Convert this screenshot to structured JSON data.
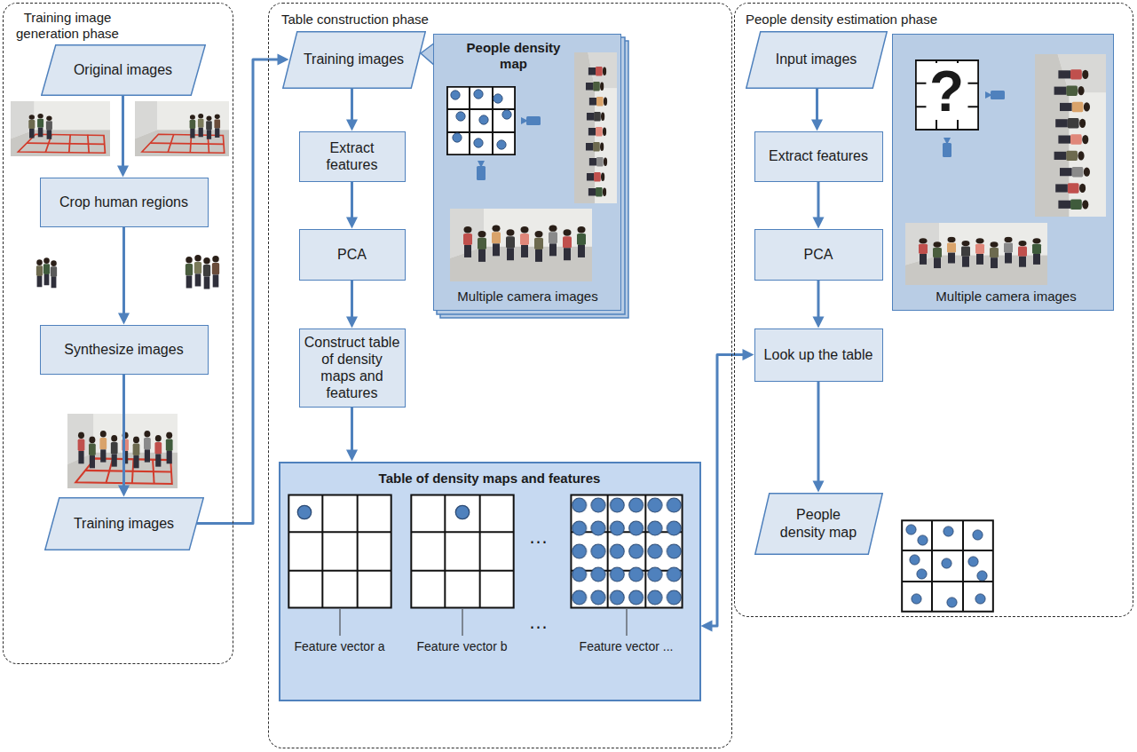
{
  "diagram": {
    "nodes": [
      {
        "text": [
          "Training image generation phase"
        ]
      },
      {
        "text": [
          "Original images"
        ],
        "in": 0
      },
      {
        "text": [
          "Crop human regions"
        ],
        "in": 0
      },
      {
        "text": [
          "Synthesize images"
        ],
        "in": 0
      },
      {
        "text": [
          "Training images"
        ],
        "in": 0
      },
      {
        "text": [
          "Table construction phase"
        ]
      },
      {
        "text": [
          "Training images"
        ],
        "in": 5
      },
      {
        "text": [
          "People density map",
          "Multiple camera images"
        ],
        "in": 5
      },
      {
        "text": [
          "Extract features"
        ],
        "in": 5
      },
      {
        "text": [
          "PCA"
        ],
        "in": 5
      },
      {
        "text": [
          "Construct table of density maps and features"
        ],
        "in": 5
      },
      {
        "text": [
          "Table of density maps and features",
          "Feature vector a",
          "Feature vector b",
          "Feature vector ..."
        ],
        "in": 5
      },
      {
        "text": [
          "People density estimation phase"
        ]
      },
      {
        "text": [
          "Input images"
        ],
        "in": 12
      },
      {
        "text": [
          "?",
          "Multiple camera images"
        ],
        "in": 12
      },
      {
        "text": [
          "Extract features"
        ],
        "in": 12
      },
      {
        "text": [
          "PCA"
        ],
        "in": 12
      },
      {
        "text": [
          "Look up the table"
        ],
        "in": 12
      },
      {
        "text": [
          "People density map"
        ],
        "in": 12
      }
    ],
    "edges": [
      {
        "from": 1,
        "to": 2,
        "arrow": "to"
      },
      {
        "from": 2,
        "to": 3,
        "arrow": "to"
      },
      {
        "from": 3,
        "to": 4,
        "arrow": "to"
      },
      {
        "from": 4,
        "to": 6,
        "arrow": "to"
      },
      {
        "from": 6,
        "to": 8,
        "arrow": "to"
      },
      {
        "from": 8,
        "to": 9,
        "arrow": "to"
      },
      {
        "from": 9,
        "to": 10,
        "arrow": "to"
      },
      {
        "from": 10,
        "to": 11,
        "arrow": "to"
      },
      {
        "from": 13,
        "to": 15,
        "arrow": "to"
      },
      {
        "from": 15,
        "to": 16,
        "arrow": "to"
      },
      {
        "from": 16,
        "to": 17,
        "arrow": "to"
      },
      {
        "from": 17,
        "to": 18,
        "arrow": "to"
      },
      {
        "from": 17,
        "to": 11,
        "arrow": "both"
      }
    ],
    "labels": [
      "…",
      "…"
    ]
  }
}
